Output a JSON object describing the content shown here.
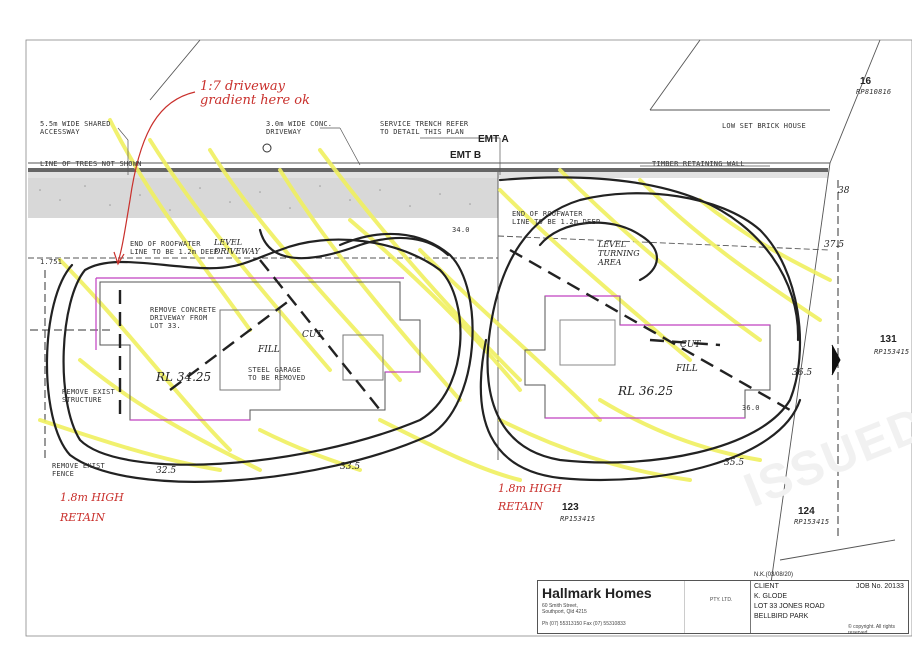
{
  "lot16": {
    "number": "16",
    "plan": "RP810816"
  },
  "lot131": {
    "number": "131",
    "plan": "RP153415"
  },
  "lot123": {
    "number": "123",
    "plan": "RP153415"
  },
  "lot124": {
    "number": "124",
    "plan": "RP153415"
  },
  "labels": {
    "shared_access": "5.5m WIDE SHARED\nACCESSWAY",
    "conc_driveway": "3.0m WIDE CONC.\nDRIVEWAY",
    "service_trench": "SERVICE TRENCH REFER\nTO DETAIL THIS PLAN",
    "low_set_house": "LOW SET BRICK HOUSE",
    "timber_wall": "TIMBER RETAINING WALL",
    "line_of_trees": "LINE OF TREES NOT SHOWN",
    "emt_a": "EMT A",
    "emt_b": "EMT B",
    "roof_water_left": "END OF ROOFWATER\nLINE TO BE 1.2m DEEP",
    "roof_water_right": "END OF ROOFWATER\nLINE TO BE 1.2m DEEP",
    "remove_driveway": "REMOVE CONCRETE\nDRIVEWAY FROM\nLOT 33.",
    "steel_garage": "STEEL GARAGE\nTO BE REMOVED",
    "remove_structure": "REMOVE EXIST\nSTRUCTURE",
    "remove_fence": "REMOVE EXIST\nFENCE",
    "level_left": "1.751"
  },
  "handwritten": {
    "gradient_note": "1:7 driveway\ngradient here ok",
    "level_driveway": "LEVEL\nDRIVEWAY",
    "level_turning": "LEVEL\nTURNING\nAREA",
    "cut_left": "CUT",
    "fill_left": "FILL",
    "cut_right": "CUT",
    "fill_right": "FILL",
    "rl_left": "RL 34.25",
    "rl_right": "RL 36.25",
    "retain_left": "1.8m HIGH\nRETAIN",
    "retain_right": "1.8m HIGH\nRETAIN"
  },
  "contours": {
    "c38": "38",
    "c375": "37.5",
    "c365": "36.5",
    "c355": "35.5",
    "c335": "33.5",
    "c325": "32.5",
    "c34": "34.0",
    "c36": "36.0"
  },
  "title_block": {
    "company": "Hallmark Homes",
    "address": "60 Smith Street,\nSouthport, Qld 4215",
    "phone": "Ph (07) 55313150   Fax (07) 55310833",
    "pty": "PTY. LTD.",
    "nk": "N.K.(03/08/20)",
    "client_label": "CLIENT",
    "client_name": "K. GLODE",
    "job": "JOB No. 20133",
    "lot": "LOT 33 JONES ROAD",
    "suburb": "BELLBIRD PARK",
    "copyright": "© copyright. All rights reserved."
  },
  "watermark": "ISSUED"
}
